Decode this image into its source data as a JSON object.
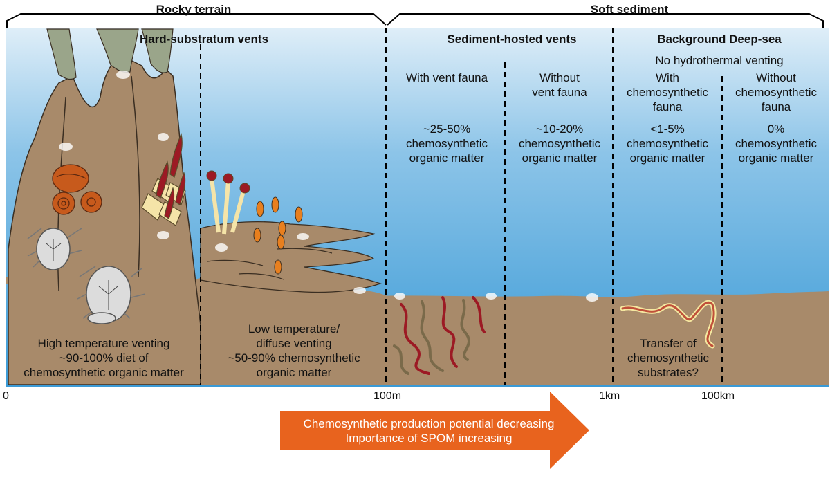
{
  "headers": {
    "rocky_terrain": "Rocky terrain",
    "soft_sediment": "Soft sediment"
  },
  "sections": {
    "hard_substratum": "Hard-substratum vents",
    "sediment_hosted": "Sediment-hosted vents",
    "background": "Background Deep-sea",
    "no_venting": "No hydrothermal venting"
  },
  "subsections": {
    "with_vent_fauna": "With vent fauna",
    "without_vent_fauna": "Without\nvent fauna",
    "with_chemo_fauna": "With\nchemosynthetic\nfauna",
    "without_chemo_fauna": "Without\nchemosynthetic\nfauna"
  },
  "percentages": {
    "with_vent_fauna": "~25-50%\nchemosynthetic\norganic matter",
    "without_vent_fauna": "~10-20%\nchemosynthetic\norganic matter",
    "with_chemo_fauna": "<1-5%\nchemosynthetic\norganic matter",
    "without_chemo_fauna": "0%\nchemosynthetic\norganic matter"
  },
  "bottom_labels": {
    "high_temp": "High temperature venting\n~90-100% diet of\nchemosynthetic organic matter",
    "low_temp": "Low temperature/\ndiffuse venting\n~50-90% chemosynthetic\norganic matter",
    "transfer": "Transfer of\nchemosynthetic\nsubstrates?"
  },
  "distance_ticks": [
    "0",
    "100m",
    "1km",
    "100km"
  ],
  "arrow": {
    "line1": "Chemosynthetic production potential decreasing",
    "line2": "Importance of SPOM increasing"
  },
  "colors": {
    "water_top": "#dfeef8",
    "water_bottom": "#3a9ad6",
    "sediment": "#a88a6a",
    "arrow": "#e8631e",
    "chimney_top": "#9aa58a",
    "snail": "#c75a1c",
    "worm_red": "#9c1a24",
    "tube": "#f5e4a8"
  }
}
